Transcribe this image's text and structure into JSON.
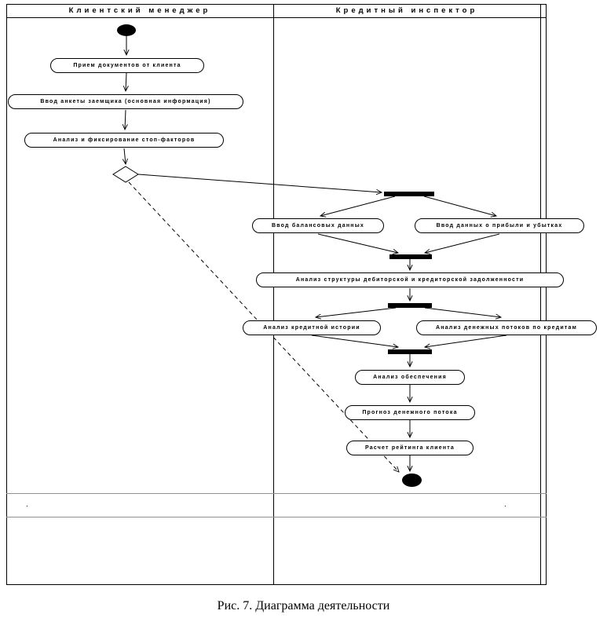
{
  "lanes": [
    {
      "title": "Клиентский менеджер"
    },
    {
      "title": "Кредитный инспектор"
    }
  ],
  "nodes": {
    "receive_documents": "Прием документов от клиента",
    "enter_borrower_form": "Ввод анкеты заемщика (основная информация)",
    "analyze_stop_factors": "Анализ и фиксирование стоп-факторов",
    "enter_balance_data": "Ввод балансовых данных",
    "enter_profit_loss": "Ввод данных о прибыли и убытках",
    "analyze_debt_structure": "Анализ структуры дебиторской и кредиторской задолженности",
    "analyze_credit_history": "Анализ кредитной истории",
    "analyze_loan_cash_flows": "Анализ денежных потоков по кредитам",
    "analyze_collateral": "Анализ обеспечения",
    "forecast_cash_flow": "Прогноз денежного потока",
    "calculate_client_rating": "Расчет рейтинга клиента"
  },
  "stray_marks": [
    ".",
    "."
  ],
  "caption": "Рис. 7. Диаграмма деятельности",
  "colors": {
    "line": "#000000",
    "node_fill": "#ffffff",
    "background": "#ffffff"
  }
}
